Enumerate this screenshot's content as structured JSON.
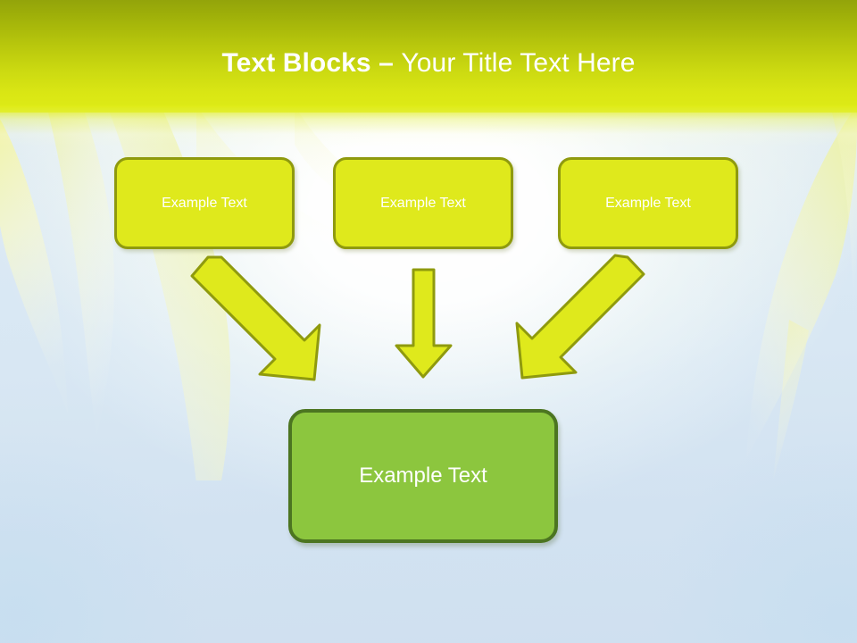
{
  "slide": {
    "title_strong": "Text Blocks ",
    "title_dash": "– ",
    "title_light": "Your Title Text Here"
  },
  "theme": {
    "header_top": "#93a40a",
    "header_bottom": "#dfec17",
    "box_fill": "#dfe91c",
    "box_border": "#8f9a0e",
    "result_fill": "#8cc63e",
    "result_border": "#4c7521",
    "arrow_fill": "#dfe91c",
    "arrow_border": "#8f9a0e",
    "background": "#d6e6f4",
    "text": "#ffffff"
  },
  "diagram": {
    "top_boxes": [
      {
        "label": "Example Text"
      },
      {
        "label": "Example Text"
      },
      {
        "label": "Example Text"
      }
    ],
    "arrows": [
      {
        "name": "arrow-left-diagonal",
        "direction": "down-right"
      },
      {
        "name": "arrow-center-straight",
        "direction": "down"
      },
      {
        "name": "arrow-right-diagonal",
        "direction": "down-left"
      }
    ],
    "result_box": {
      "label": "Example Text"
    }
  }
}
